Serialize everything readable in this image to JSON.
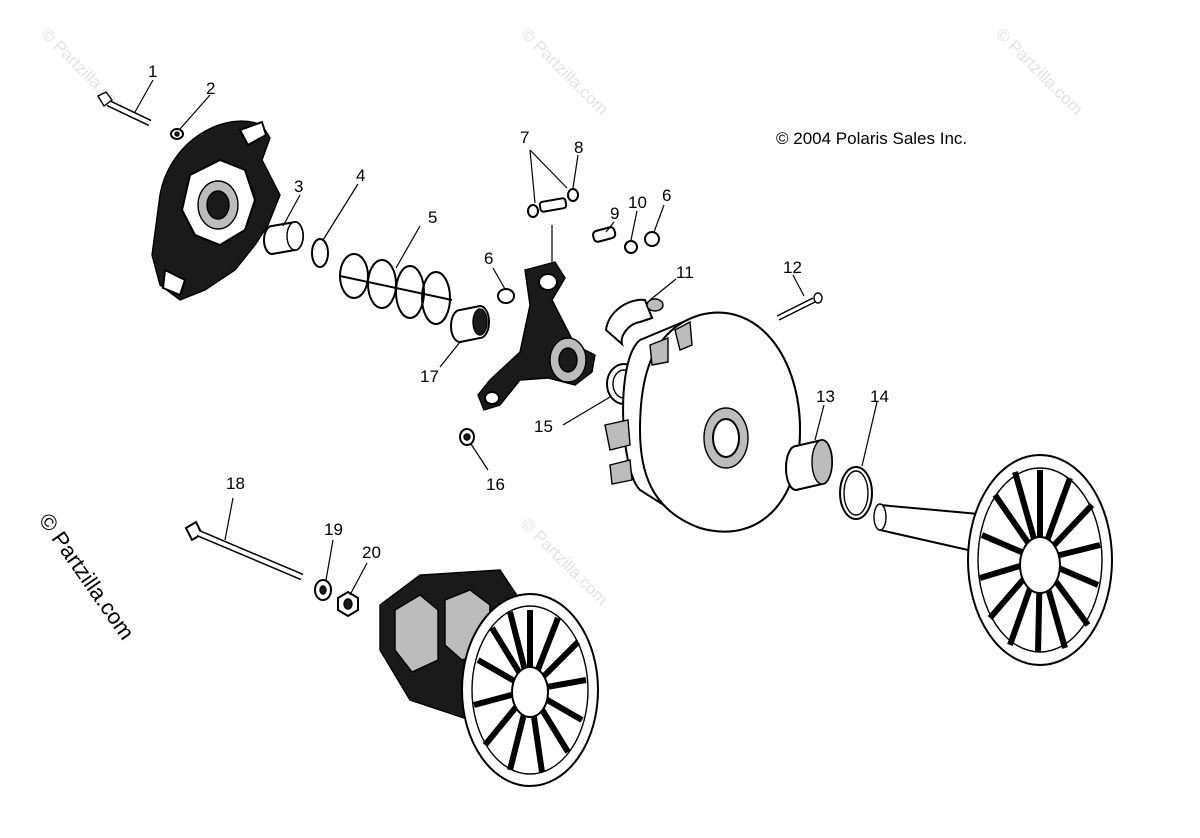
{
  "copyright": "© 2004 Polaris Sales Inc.",
  "side_watermark": "© Partzilla.com",
  "watermark": "© Partzilla.com",
  "callouts": [
    {
      "id": "p1",
      "label": "1"
    },
    {
      "id": "p2",
      "label": "2"
    },
    {
      "id": "p3",
      "label": "3"
    },
    {
      "id": "p4",
      "label": "4"
    },
    {
      "id": "p5",
      "label": "5"
    },
    {
      "id": "p6a",
      "label": "6"
    },
    {
      "id": "p6b",
      "label": "6"
    },
    {
      "id": "p7",
      "label": "7"
    },
    {
      "id": "p8",
      "label": "8"
    },
    {
      "id": "p9",
      "label": "9"
    },
    {
      "id": "p10",
      "label": "10"
    },
    {
      "id": "p11",
      "label": "11"
    },
    {
      "id": "p12",
      "label": "12"
    },
    {
      "id": "p13",
      "label": "13"
    },
    {
      "id": "p14",
      "label": "14"
    },
    {
      "id": "p15",
      "label": "15"
    },
    {
      "id": "p16",
      "label": "16"
    },
    {
      "id": "p17",
      "label": "17"
    },
    {
      "id": "p18",
      "label": "18"
    },
    {
      "id": "p19",
      "label": "19"
    },
    {
      "id": "p20",
      "label": "20"
    }
  ]
}
